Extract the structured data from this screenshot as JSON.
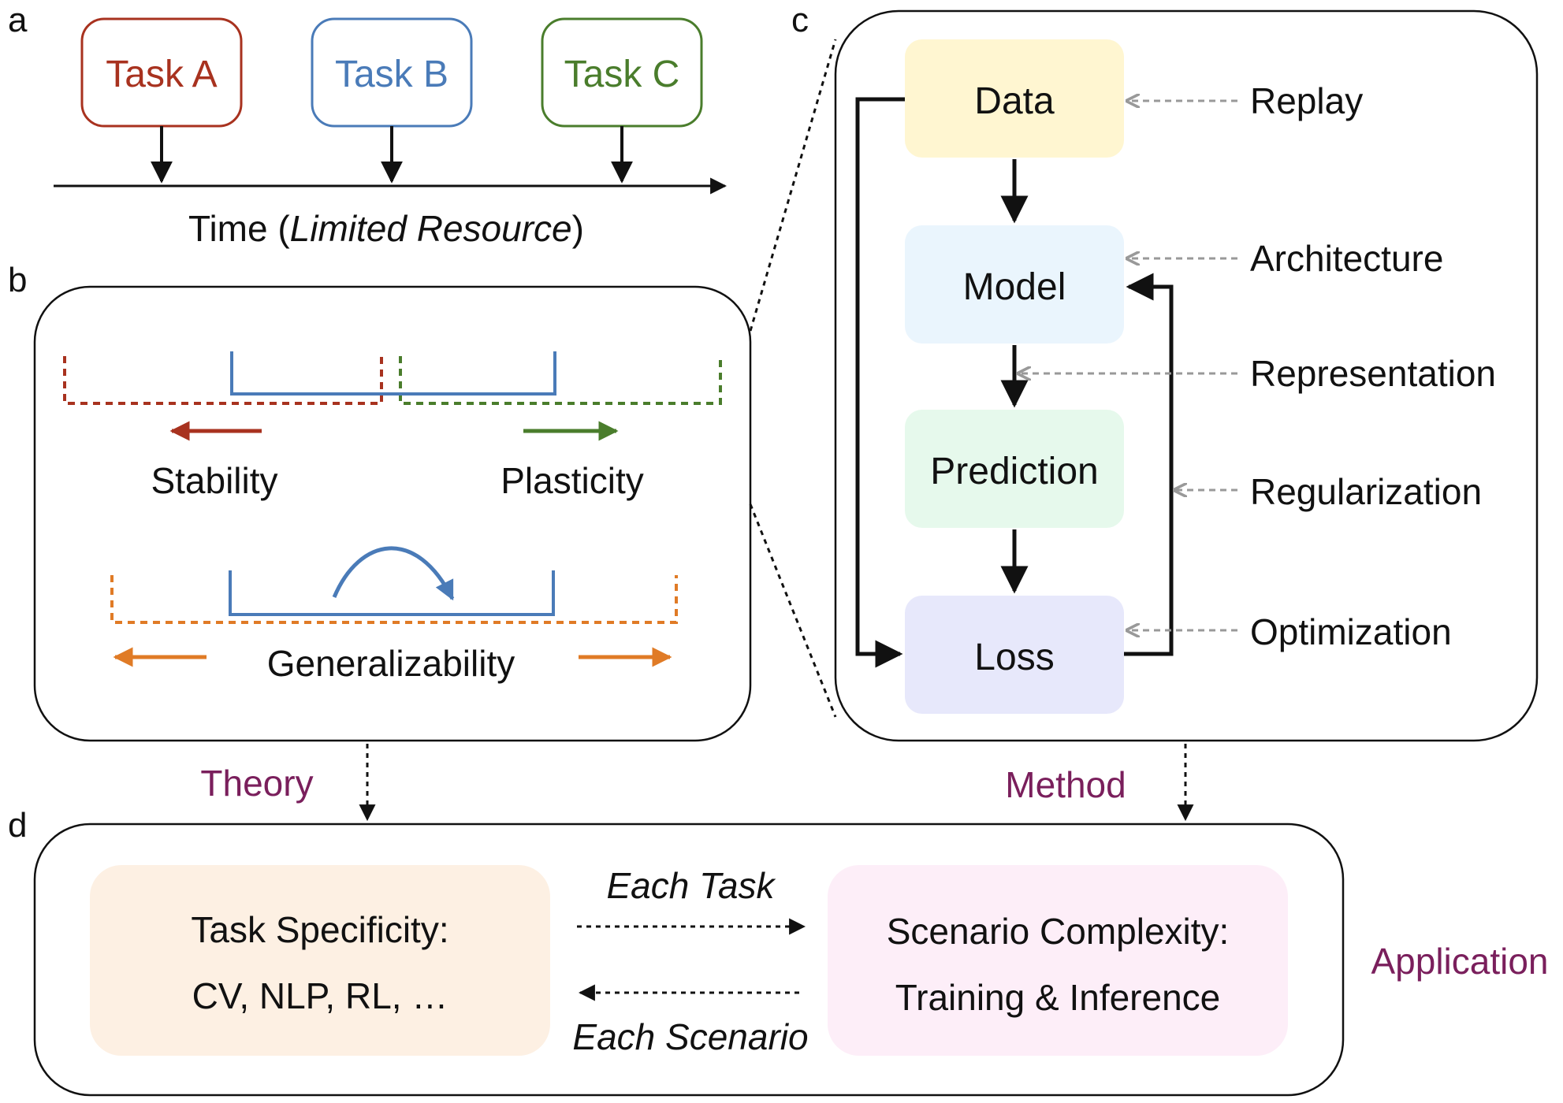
{
  "panels": {
    "a": "a",
    "b": "b",
    "c": "c",
    "d": "d"
  },
  "panel_a": {
    "tasks": [
      {
        "label": "Task A",
        "color": "#a8321f"
      },
      {
        "label": "Task B",
        "color": "#4a7bb8"
      },
      {
        "label": "Task C",
        "color": "#4a7d2c"
      }
    ],
    "time_label_prefix": "Time (",
    "time_label_italic": "Limited Resource",
    "time_label_suffix": ")"
  },
  "panel_b": {
    "stability": "Stability",
    "plasticity": "Plasticity",
    "generalizability": "Generalizability",
    "colors": {
      "stability": "#a8321f",
      "plasticity": "#4a7d2c",
      "generalizability": "#e07b26",
      "basin": "#4a7bb8"
    }
  },
  "panel_c": {
    "pipeline": [
      {
        "label": "Data",
        "fill": "#fff6d1"
      },
      {
        "label": "Model",
        "fill": "#eaf5fd"
      },
      {
        "label": "Prediction",
        "fill": "#e6f9ec"
      },
      {
        "label": "Loss",
        "fill": "#e7e8fb"
      }
    ],
    "methods": [
      "Replay",
      "Architecture",
      "Representation",
      "Regularization",
      "Optimization"
    ]
  },
  "connectors": {
    "theory": "Theory",
    "method": "Method",
    "application": "Application",
    "color": "#7a1f5c"
  },
  "panel_d": {
    "left_title": "Task Specificity:",
    "left_sub": "CV, NLP, RL, …",
    "left_fill": "#fdf0e3",
    "right_title": "Scenario Complexity:",
    "right_sub": "Training & Inference",
    "right_fill": "#fdeef8",
    "each_task": "Each Task",
    "each_scenario": "Each Scenario"
  }
}
